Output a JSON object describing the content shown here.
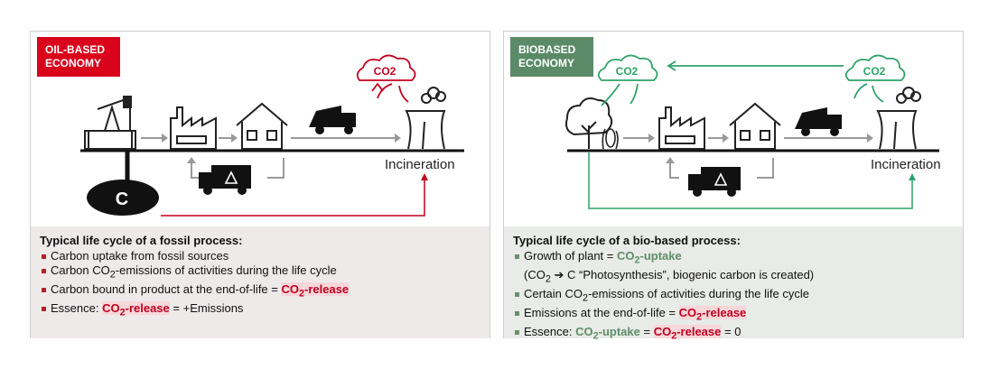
{
  "left": {
    "badge_line1": "OIL-BASED",
    "badge_line2": "ECONOMY",
    "cloud_label": "CO2",
    "carbon_label": "C",
    "incineration_label": "Incineration",
    "heading": "Typical life cycle of a fossil process:",
    "b1": "Carbon uptake from fossil sources",
    "b2_pre": "Carbon CO",
    "b2_sub": "2",
    "b2_post": "-emissions of activities during the life cycle",
    "b3_pre": "Carbon bound in product at the end-of-life = ",
    "b3_red_pre": "CO",
    "b3_red_sub": "2",
    "b3_red_post": "-release",
    "b4_pre": "Essence: ",
    "b4_red_pre": "CO",
    "b4_red_sub": "2",
    "b4_red_post": "-release",
    "b4_post": " = +Emissions",
    "colors": {
      "badge": "#d9041c",
      "accent": "#c00021"
    }
  },
  "right": {
    "badge_line1": "BIOBASED",
    "badge_line2": "ECONOMY",
    "cloud_label_1": "CO2",
    "cloud_label_2": "CO2",
    "incineration_label": "Incineration",
    "heading": "Typical life cycle of a bio-based process:",
    "b1_pre": "Growth of plant = ",
    "b1_green_pre": "CO",
    "b1_green_sub": "2",
    "b1_green_post": "-uptake",
    "b1_cont_pre": "(CO",
    "b1_cont_sub": "2",
    "b1_cont_arrow": " ➔ ",
    "b1_cont_post": "C “Photosynthesis”, biogenic carbon is created)",
    "b2_pre": "Certain CO",
    "b2_sub": "2",
    "b2_post": "-emissions of activities during the life cycle",
    "b3_pre": "Emissions at the end-of-life = ",
    "b3_red_pre": "CO",
    "b3_red_sub": "2",
    "b3_red_post": "-release",
    "b4_pre": "Essence: ",
    "b4_green_pre": "CO",
    "b4_green_sub": "2",
    "b4_green_post": "-uptake",
    "b4_mid": " = ",
    "b4_red_pre": "CO",
    "b4_red_sub": "2",
    "b4_red_post": "-release",
    "b4_post": " = 0",
    "colors": {
      "badge": "#5a8a67",
      "accent": "#5e8e67"
    }
  }
}
